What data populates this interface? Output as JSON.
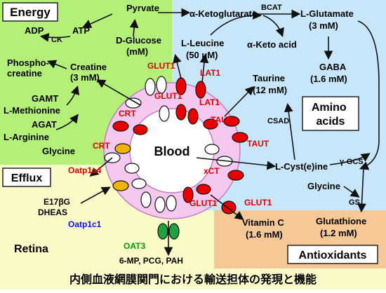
{
  "domain_boxes": {
    "energy": "Energy",
    "amino": "Amino\nacids",
    "efflux": "Efflux",
    "antioxidants": "Antioxidants"
  },
  "region_labels": {
    "retina": "Retina"
  },
  "caption": "内側血液網膜関門における輸送担体の発現と機能",
  "center_label": "Blood",
  "energy": {
    "pyrvate": "Pyrvate",
    "adp": "ADP",
    "atp": "ATP",
    "ck": "CK",
    "phosphocreatine": "Phospho-\ncreatine",
    "creatine": "Creatine\n(3 mM)",
    "gamt": "GAMT",
    "l_methionine": "L-Methionine",
    "agat": "AGAT",
    "l_arginine": "L-Arginine",
    "glycine": "Glycine",
    "d_glucose": "D-Glucose\n(mM)"
  },
  "amino": {
    "ketoglutarate": "α-Ketoglutarate",
    "bcat": "BCAT",
    "l_glutamate": "L-Glutamate\n(3 mM)",
    "keto_acid": "α-Keto acid",
    "l_leucine": "L-Leucine\n(50 μM)",
    "gaba": "GABA\n(1.6 mM)",
    "taurine": "Taurine\n(12 mM)",
    "csad": "CSAD",
    "l_cysteine": "L-Cyst(e)ine",
    "gcs": "γ-GCS",
    "glycine": "Glycine",
    "gs": "GS",
    "glutathione": "Glutathione\n(1.2 mM)",
    "vitamin_c": "Vitamin C\n(1.6 mM)"
  },
  "efflux": {
    "e17bg": "E17βG\nDHEAS",
    "mp": "6-MP, PCG, PAH"
  },
  "transporters": {
    "glut1_top": "GLUT1",
    "lat1_top": "LAT1",
    "glut1_mid": "GLUT1",
    "lat1_mid": "LAT1",
    "crt_left": "CRT",
    "taut_right1": "TAUT",
    "taut_right2": "TAUT",
    "crt_left2": "CRT",
    "xct": "xCT",
    "glut1_bottom": "GLUT1",
    "glut1_br": "GLUT1",
    "oatp1a4": "Oatp1a4",
    "oatp1c1": "Oatp1c1",
    "oat3": "OAT3"
  },
  "colors": {
    "energy_bg": "#b4f078",
    "amino_bg": "#c8e6fa",
    "efflux_bg": "#fafac8",
    "antiox_bg": "#f5c896",
    "red_label": "#e00000",
    "blue_label": "#1010e0",
    "green_label": "#00a000",
    "ring": "#f5c8f0",
    "red_transporter": "#e80000",
    "yellow_transporter": "#f0b400",
    "green_transporter": "#20a040",
    "white_transporter": "#ffffff"
  },
  "icons": [
    "arrow",
    "transporter-oval"
  ]
}
